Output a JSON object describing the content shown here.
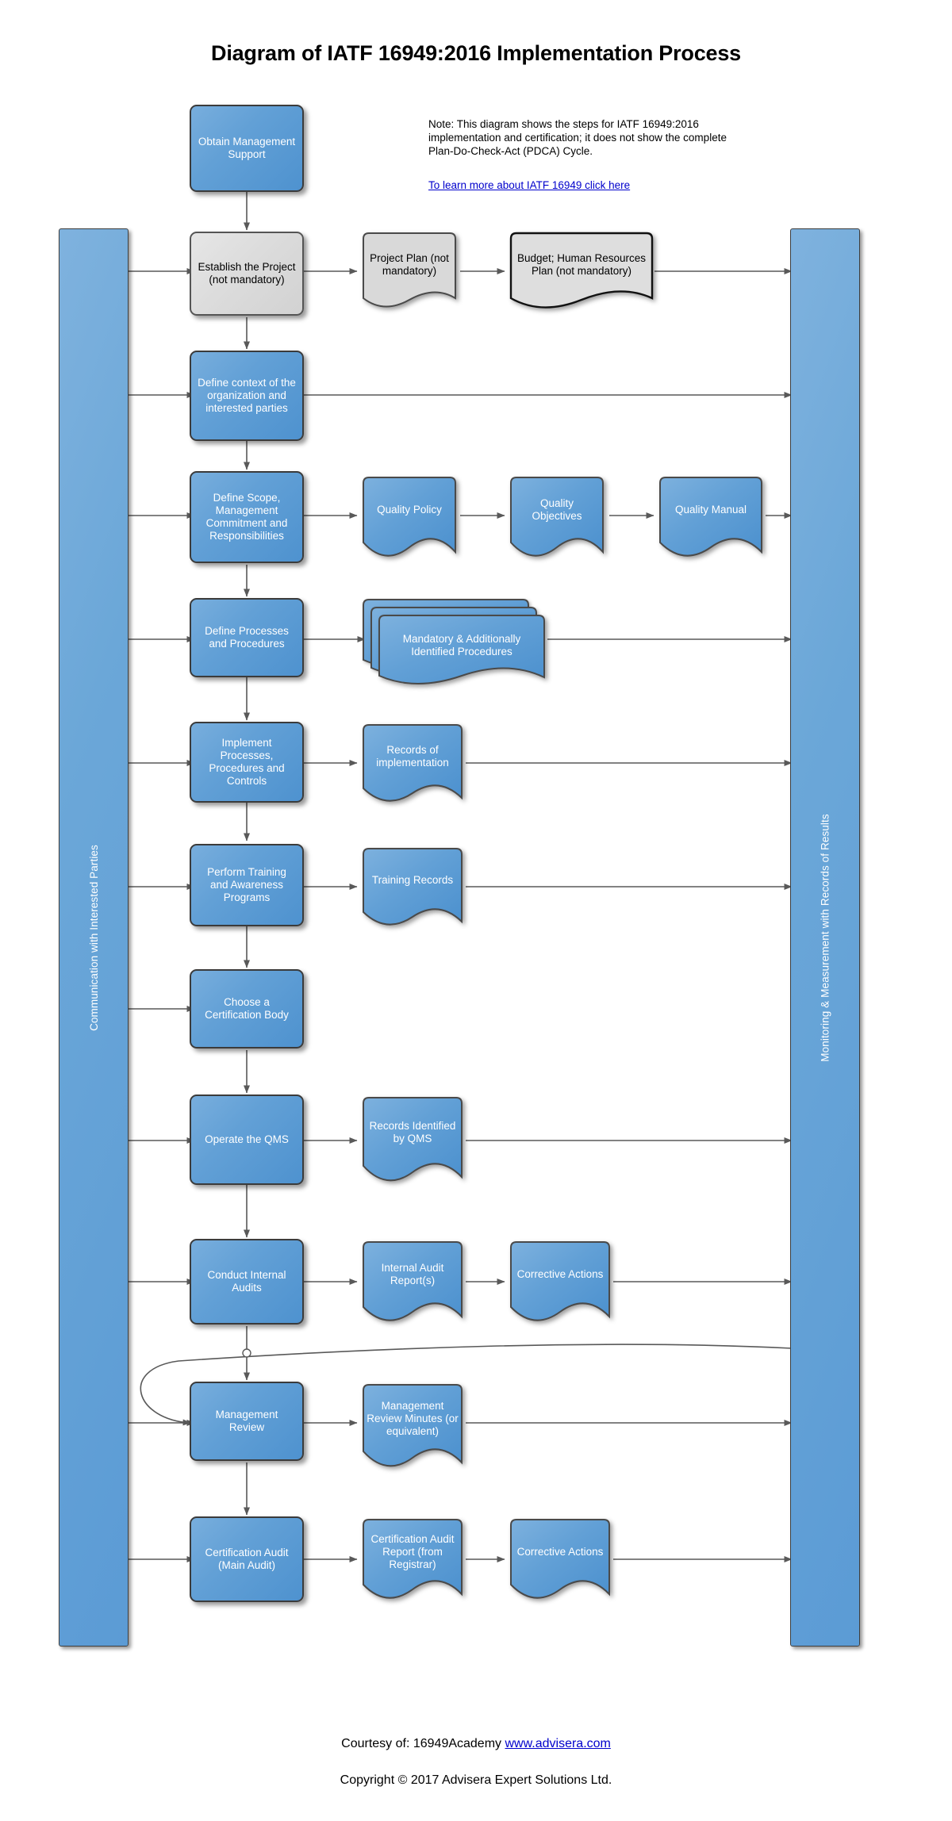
{
  "title": "Diagram of IATF 16949:2016 Implementation Process",
  "note": {
    "text": "Note: This diagram shows the steps for IATF 16949:2016 implementation and certification; it does not show the complete Plan-Do-Check-Act (PDCA) Cycle.",
    "link": "To learn more about IATF 16949 click here"
  },
  "sidebars": {
    "left": "Communication with Interested Parties",
    "right": "Monitoring & Measurement with Records of Results"
  },
  "colors": {
    "process_blue": "#5B9BD5",
    "process_gray": "#DCDCDC",
    "border": "#3B3B3B",
    "link": "#0000CC",
    "connector": "#595959"
  },
  "steps": [
    {
      "id": "obtain-management-support",
      "label": "Obtain Management Support",
      "style": "blue"
    },
    {
      "id": "establish-the-project",
      "label": "Establish the Project (not mandatory)",
      "style": "gray"
    },
    {
      "id": "define-context",
      "label": "Define context of the organization and interested parties",
      "style": "blue"
    },
    {
      "id": "define-scope",
      "label": "Define Scope, Management Commitment and Responsibilities",
      "style": "blue"
    },
    {
      "id": "define-processes",
      "label": "Define Processes and Procedures",
      "style": "blue"
    },
    {
      "id": "implement-processes",
      "label": "Implement Processes, Procedures and Controls",
      "style": "blue"
    },
    {
      "id": "perform-training",
      "label": "Perform Training and Awareness Programs",
      "style": "blue"
    },
    {
      "id": "choose-certification-body",
      "label": "Choose a Certification Body",
      "style": "blue"
    },
    {
      "id": "operate-the-qms",
      "label": "Operate the QMS",
      "style": "blue"
    },
    {
      "id": "conduct-internal-audits",
      "label": "Conduct Internal Audits",
      "style": "blue"
    },
    {
      "id": "management-review",
      "label": "Management Review",
      "style": "blue"
    },
    {
      "id": "certification-audit",
      "label": "Certification Audit (Main Audit)",
      "style": "blue"
    }
  ],
  "documents": [
    {
      "id": "project-plan",
      "label": "Project Plan (not mandatory)",
      "style": "gray"
    },
    {
      "id": "budget-hr-plan",
      "label": "Budget; Human Resources Plan (not mandatory)",
      "style": "gray"
    },
    {
      "id": "quality-policy",
      "label": "Quality Policy",
      "style": "blue"
    },
    {
      "id": "quality-objectives",
      "label": "Quality Objectives",
      "style": "blue"
    },
    {
      "id": "quality-manual",
      "label": "Quality Manual",
      "style": "blue"
    },
    {
      "id": "mandatory-procedures",
      "label": "Mandatory & Additionally Identified Procedures",
      "style": "blue",
      "stacked": true
    },
    {
      "id": "records-of-implementation",
      "label": "Records of implementation",
      "style": "blue"
    },
    {
      "id": "training-records",
      "label": "Training Records",
      "style": "blue"
    },
    {
      "id": "records-identified-by-qms",
      "label": "Records Identified by QMS",
      "style": "blue"
    },
    {
      "id": "internal-audit-reports",
      "label": "Internal Audit Report(s)",
      "style": "blue"
    },
    {
      "id": "corrective-actions-audit",
      "label": "Corrective Actions",
      "style": "blue"
    },
    {
      "id": "management-review-minutes",
      "label": "Management Review Minutes (or equivalent)",
      "style": "blue"
    },
    {
      "id": "certification-audit-report",
      "label": "Certification Audit Report (from Registrar)",
      "style": "blue"
    },
    {
      "id": "corrective-actions-cert",
      "label": "Corrective Actions",
      "style": "blue"
    }
  ],
  "footer": {
    "courtesy": "Courtesy of: 16949Academy ",
    "website": "www.advisera.com",
    "copyright": "Copyright © 2017 Advisera Expert Solutions Ltd."
  }
}
